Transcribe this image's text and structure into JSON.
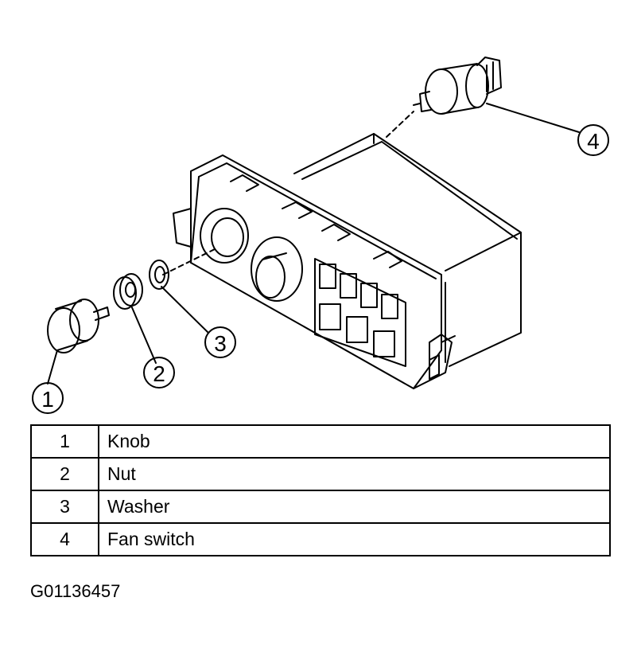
{
  "callouts": [
    {
      "number": "1",
      "part": "Knob"
    },
    {
      "number": "2",
      "part": "Nut"
    },
    {
      "number": "3",
      "part": "Washer"
    },
    {
      "number": "4",
      "part": "Fan switch"
    }
  ],
  "table": {
    "rows": [
      {
        "num": "1",
        "desc": "Knob"
      },
      {
        "num": "2",
        "desc": "Nut"
      },
      {
        "num": "3",
        "desc": "Washer"
      },
      {
        "num": "4",
        "desc": "Fan switch"
      }
    ]
  },
  "figure_id": "G01136457"
}
